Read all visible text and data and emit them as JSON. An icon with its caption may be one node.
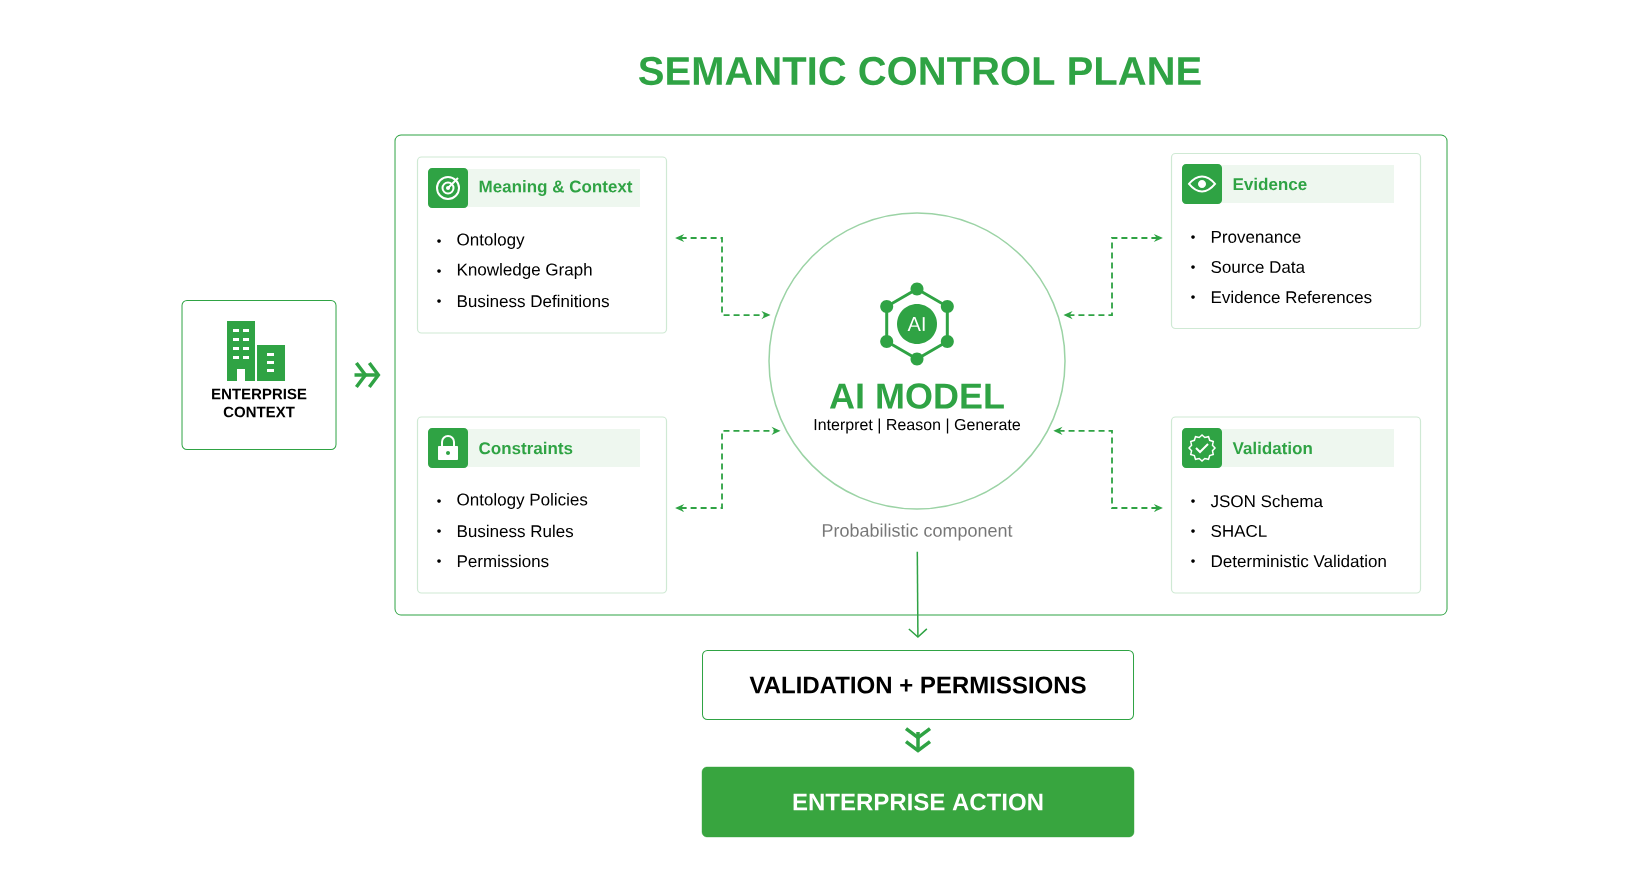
{
  "diagram": {
    "title": "SEMANTIC CONTROL PLANE",
    "nodes": [
      {
        "text": [
          "ENTERPRISE CONTEXT"
        ]
      },
      {
        "text": [],
        "shape": "box"
      },
      {
        "text": [
          "Meaning & Context",
          "Ontology",
          "Knowledge Graph",
          "Business Definitions"
        ],
        "in": 1
      },
      {
        "text": [
          "Evidence",
          "Provenance",
          "Source Data",
          "Evidence References"
        ],
        "in": 1
      },
      {
        "text": [
          "AI",
          "AI MODEL",
          "Interpret | Reason | Generate"
        ],
        "beside": [
          "Probabilistic component"
        ],
        "in": 1
      },
      {
        "text": [
          "Constraints",
          "Ontology Policies",
          "Business Rules",
          "Permissions"
        ],
        "in": 1
      },
      {
        "text": [
          "Validation",
          "JSON Schema",
          "SHACL",
          "Deterministic Validation"
        ],
        "in": 1
      },
      {
        "text": [
          "VALIDATION + PERMISSIONS"
        ]
      },
      {
        "text": [
          "ENTERPRISE ACTION"
        ]
      }
    ],
    "edges": [
      {
        "from": 2,
        "to": 4,
        "arrow": "both",
        "style": "dashed"
      },
      {
        "from": 3,
        "to": 4,
        "arrow": "both",
        "style": "dashed"
      },
      {
        "from": 5,
        "to": 4,
        "arrow": "both",
        "style": "dashed"
      },
      {
        "from": 6,
        "to": 4,
        "arrow": "both",
        "style": "dashed"
      },
      {
        "from": 0,
        "to": 1,
        "arrow": "to"
      },
      {
        "from": 4,
        "to": 7,
        "arrow": "to"
      },
      {
        "from": 7,
        "to": 8,
        "arrow": "to"
      }
    ]
  }
}
